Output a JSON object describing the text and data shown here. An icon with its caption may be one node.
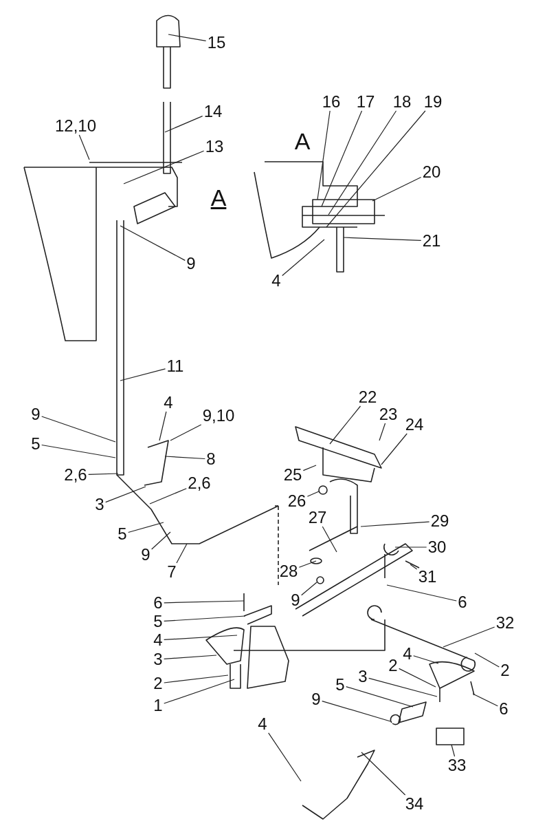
{
  "diagram": {
    "nodes": [
      {
        "text": [
          "15"
        ]
      },
      {
        "text": [
          "16"
        ]
      },
      {
        "text": [
          "17"
        ]
      },
      {
        "text": [
          "18"
        ]
      },
      {
        "text": [
          "19"
        ]
      },
      {
        "text": [
          "14"
        ]
      },
      {
        "text": [
          "12,10"
        ]
      },
      {
        "text": [
          "13"
        ]
      },
      {
        "text": [
          "20"
        ]
      },
      {
        "text": [
          "9"
        ]
      },
      {
        "text": [
          "21"
        ]
      },
      {
        "text": [
          "4"
        ]
      },
      {
        "text": [
          "11"
        ]
      },
      {
        "text": [
          "22"
        ]
      },
      {
        "text": [
          "23"
        ]
      },
      {
        "text": [
          "4"
        ]
      },
      {
        "text": [
          "9,10"
        ]
      },
      {
        "text": [
          "24"
        ]
      },
      {
        "text": [
          "9"
        ]
      },
      {
        "text": [
          "5"
        ]
      },
      {
        "text": [
          "8"
        ]
      },
      {
        "text": [
          "2,6"
        ]
      },
      {
        "text": [
          "2,6"
        ]
      },
      {
        "text": [
          "25"
        ]
      },
      {
        "text": [
          "3"
        ]
      },
      {
        "text": [
          "26"
        ]
      },
      {
        "text": [
          "27"
        ]
      },
      {
        "text": [
          "29"
        ]
      },
      {
        "text": [
          "5"
        ]
      },
      {
        "text": [
          "30"
        ]
      },
      {
        "text": [
          "9"
        ]
      },
      {
        "text": [
          "7"
        ]
      },
      {
        "text": [
          "31"
        ]
      },
      {
        "text": [
          "28"
        ]
      },
      {
        "text": [
          "9"
        ]
      },
      {
        "text": [
          "6"
        ]
      },
      {
        "text": [
          "6"
        ]
      },
      {
        "text": [
          "5"
        ]
      },
      {
        "text": [
          "32"
        ]
      },
      {
        "text": [
          "4"
        ]
      },
      {
        "text": [
          "4"
        ]
      },
      {
        "text": [
          "2"
        ]
      },
      {
        "text": [
          "3"
        ]
      },
      {
        "text": [
          "2"
        ]
      },
      {
        "text": [
          "3"
        ]
      },
      {
        "text": [
          "2"
        ]
      },
      {
        "text": [
          "5"
        ]
      },
      {
        "text": [
          "6"
        ]
      },
      {
        "text": [
          "9"
        ]
      },
      {
        "text": [
          "1"
        ]
      },
      {
        "text": [
          "33"
        ]
      },
      {
        "text": [
          "4"
        ]
      },
      {
        "text": [
          "34"
        ]
      }
    ],
    "edges": [
      {
        "from": 0,
        "to": null,
        "arrow": "none"
      },
      {
        "from": 1,
        "to": null,
        "arrow": "none"
      },
      {
        "from": 2,
        "to": null,
        "arrow": "none"
      },
      {
        "from": 3,
        "to": null,
        "arrow": "none"
      },
      {
        "from": 4,
        "to": null,
        "arrow": "none"
      },
      {
        "from": 5,
        "to": null,
        "arrow": "none"
      },
      {
        "from": 6,
        "to": null,
        "arrow": "none"
      },
      {
        "from": 7,
        "to": null,
        "arrow": "none"
      },
      {
        "from": 8,
        "to": null,
        "arrow": "none"
      },
      {
        "from": 9,
        "to": null,
        "arrow": "none"
      },
      {
        "from": 10,
        "to": null,
        "arrow": "none"
      },
      {
        "from": 11,
        "to": null,
        "arrow": "none"
      },
      {
        "from": 12,
        "to": null,
        "arrow": "none"
      },
      {
        "from": 13,
        "to": null,
        "arrow": "none"
      },
      {
        "from": 14,
        "to": null,
        "arrow": "none"
      },
      {
        "from": 15,
        "to": null,
        "arrow": "none"
      },
      {
        "from": 16,
        "to": null,
        "arrow": "none"
      },
      {
        "from": 17,
        "to": null,
        "arrow": "none"
      },
      {
        "from": 18,
        "to": null,
        "arrow": "none"
      },
      {
        "from": 19,
        "to": null,
        "arrow": "none"
      },
      {
        "from": 20,
        "to": null,
        "arrow": "none"
      },
      {
        "from": 21,
        "to": null,
        "arrow": "none"
      },
      {
        "from": 22,
        "to": null,
        "arrow": "none"
      },
      {
        "from": 23,
        "to": null,
        "arrow": "none"
      },
      {
        "from": 24,
        "to": null,
        "arrow": "none"
      },
      {
        "from": 25,
        "to": null,
        "arrow": "none"
      },
      {
        "from": 26,
        "to": null,
        "arrow": "none"
      },
      {
        "from": 27,
        "to": null,
        "arrow": "none"
      },
      {
        "from": 28,
        "to": null,
        "arrow": "none"
      },
      {
        "from": 29,
        "to": null,
        "arrow": "none"
      },
      {
        "from": 30,
        "to": null,
        "arrow": "none"
      },
      {
        "from": 31,
        "to": null,
        "arrow": "none"
      },
      {
        "from": 32,
        "to": null,
        "arrow": "none"
      },
      {
        "from": 33,
        "to": null,
        "arrow": "none"
      },
      {
        "from": 34,
        "to": null,
        "arrow": "none"
      },
      {
        "from": 35,
        "to": null,
        "arrow": "none"
      },
      {
        "from": 36,
        "to": null,
        "arrow": "none"
      },
      {
        "from": 37,
        "to": null,
        "arrow": "none"
      },
      {
        "from": 38,
        "to": null,
        "arrow": "none"
      },
      {
        "from": 39,
        "to": null,
        "arrow": "none"
      },
      {
        "from": 40,
        "to": null,
        "arrow": "none"
      },
      {
        "from": 41,
        "to": null,
        "arrow": "none"
      },
      {
        "from": 42,
        "to": null,
        "arrow": "none"
      },
      {
        "from": 43,
        "to": null,
        "arrow": "none"
      },
      {
        "from": 44,
        "to": null,
        "arrow": "none"
      },
      {
        "from": 45,
        "to": null,
        "arrow": "none"
      },
      {
        "from": 46,
        "to": null,
        "arrow": "none"
      },
      {
        "from": 47,
        "to": null,
        "arrow": "none"
      },
      {
        "from": 48,
        "to": null,
        "arrow": "none"
      },
      {
        "from": 49,
        "to": null,
        "arrow": "none"
      },
      {
        "from": 50,
        "to": null,
        "arrow": "none"
      },
      {
        "from": 51,
        "to": null,
        "arrow": "none"
      },
      {
        "from": 52,
        "to": null,
        "arrow": "none"
      }
    ],
    "labels": [
      "A",
      "A"
    ]
  }
}
